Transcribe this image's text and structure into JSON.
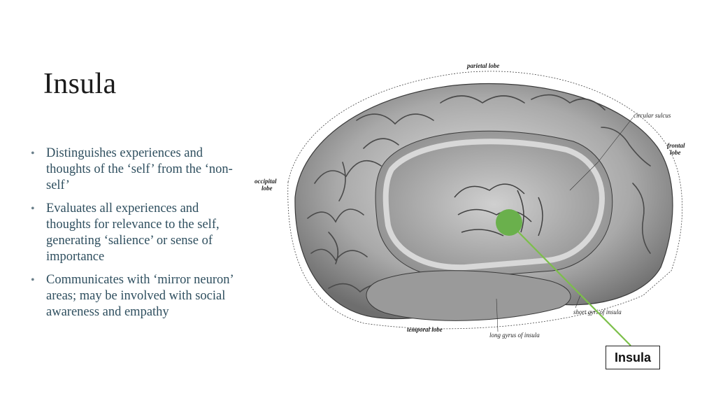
{
  "slide": {
    "title": "Insula",
    "bullets": [
      "Distinguishes experiences and thoughts of the ‘self’ from the ‘non-self’",
      "Evaluates all experiences and thoughts for relevance to the self, generating ‘salience’ or sense of importance",
      "Communicates with ‘mirror neuron’ areas; may be involved with social awareness and empathy"
    ],
    "bullet_glyph": "•"
  },
  "figure": {
    "labels": {
      "parietal": "parietal lobe",
      "circular": "circular sulcus",
      "frontal_1": "frontal",
      "frontal_2": "lobe",
      "occipital_1": "occipital",
      "occipital_2": "lobe",
      "short_gyri": "short gyri of insula",
      "temporal": "temporal lobe",
      "long_gyrus": "long gyrus of insula"
    },
    "callout": "Insula",
    "marker_color": "#6ab04c",
    "line_color": "#7cbf4a"
  }
}
